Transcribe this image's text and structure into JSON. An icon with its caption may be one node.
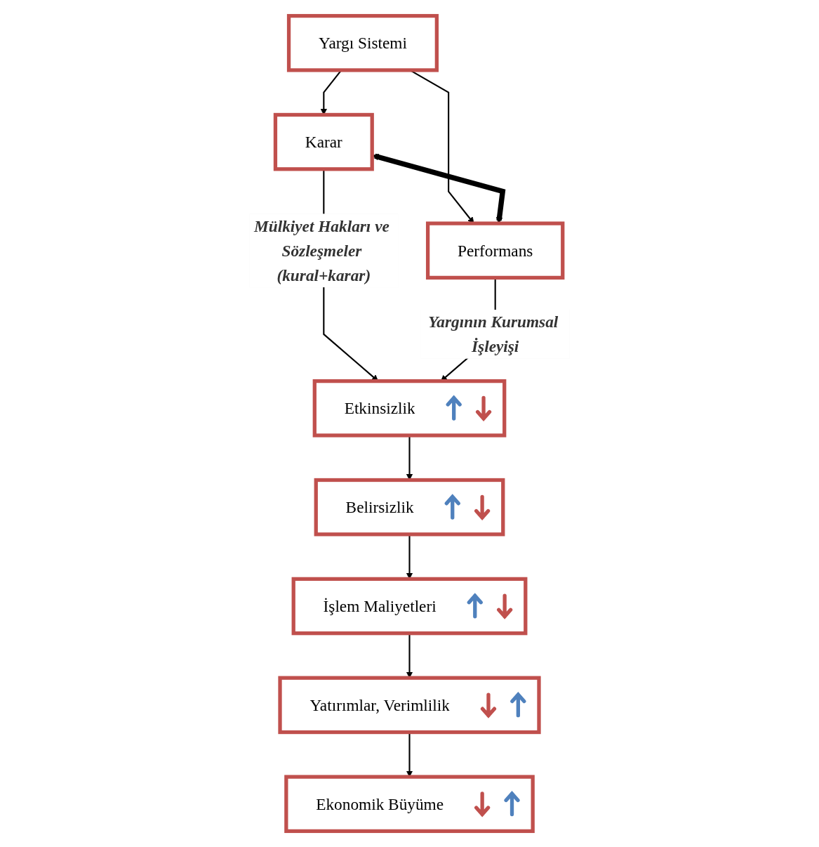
{
  "diagram": {
    "nodes": [
      {
        "text": [
          "Yargı Sistemi"
        ]
      },
      {
        "text": [
          "Karar"
        ]
      },
      {
        "text": [
          "Performans"
        ]
      },
      {
        "text": [
          "Etkinsizlik"
        ]
      },
      {
        "text": [
          "Belirsizlik"
        ]
      },
      {
        "text": [
          "İşlem Maliyetleri"
        ]
      },
      {
        "text": [
          "Yatırımlar, Verimlilik"
        ]
      },
      {
        "text": [
          "Ekonomik Büyüme"
        ]
      }
    ],
    "edges": [
      {
        "from": 0,
        "to": 1,
        "arrow": "to"
      },
      {
        "from": 0,
        "to": 2,
        "arrow": "to"
      },
      {
        "from": 1,
        "to": 2,
        "arrow": "both",
        "style": "thick"
      },
      {
        "from": 1,
        "to": 3,
        "arrow": "to",
        "label": "Mülkiyet Hakları ve Sözleşmeler (kural+karar)"
      },
      {
        "from": 2,
        "to": 3,
        "arrow": "to",
        "label": "Yargının Kurumsal İşleyişi"
      },
      {
        "from": 3,
        "to": 4,
        "arrow": "to"
      },
      {
        "from": 4,
        "to": 5,
        "arrow": "to"
      },
      {
        "from": 5,
        "to": 6,
        "arrow": "to"
      },
      {
        "from": 6,
        "to": 7,
        "arrow": "to"
      }
    ]
  }
}
